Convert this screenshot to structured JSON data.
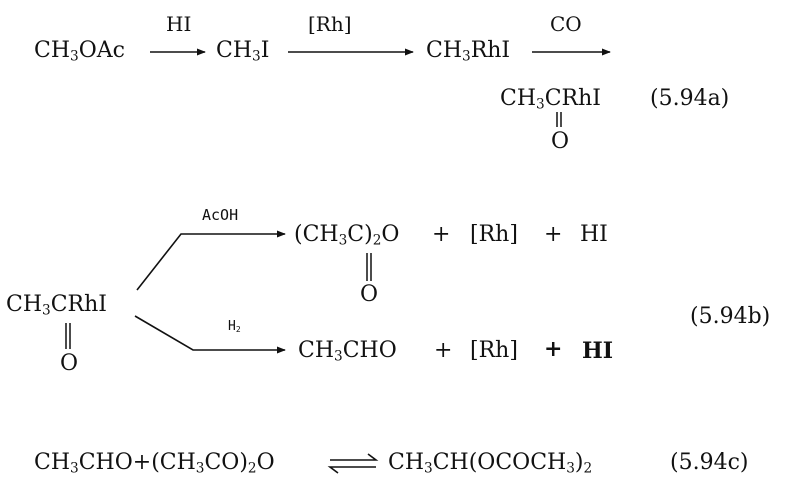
{
  "eq_a": {
    "label": "(5.94a)",
    "methyl_acetate": [
      "CH",
      "3",
      "OAc"
    ],
    "arrow1_label": "HI",
    "methyl_iodide": [
      "CH",
      "3",
      "I"
    ],
    "arrow2_label": "[Rh]",
    "methyl_rh": [
      "CH",
      "3",
      "RhI"
    ],
    "arrow3_label": "CO",
    "acyl_rh": [
      "CH",
      "3",
      "CRhI"
    ],
    "oxygen": "O"
  },
  "eq_b": {
    "label": "(5.94b)",
    "reactant": [
      "CH",
      "3",
      "CRhI"
    ],
    "reactant_oxygen": "O",
    "upper_arrow_label": "AcOH",
    "upper_product": [
      "(CH",
      "3",
      "C)",
      "2",
      "O"
    ],
    "upper_product_oxygen": "O",
    "upper_plus_1": "+",
    "upper_rh": "[Rh]",
    "upper_plus_2": "+",
    "upper_hi": "HI",
    "lower_arrow_label": [
      "H",
      "2"
    ],
    "lower_product": [
      "CH",
      "3",
      "CHO"
    ],
    "lower_plus_1": "+",
    "lower_rh": "[Rh]",
    "lower_plus_2": "+",
    "lower_hi": "HI"
  },
  "eq_c": {
    "label": "(5.94c)",
    "left": [
      "CH",
      "3",
      "CHO+(CH",
      "3",
      "CO)",
      "2",
      "O"
    ],
    "right": [
      "CH",
      "3",
      "CH(OCOCH",
      "3",
      ")",
      "2"
    ]
  }
}
